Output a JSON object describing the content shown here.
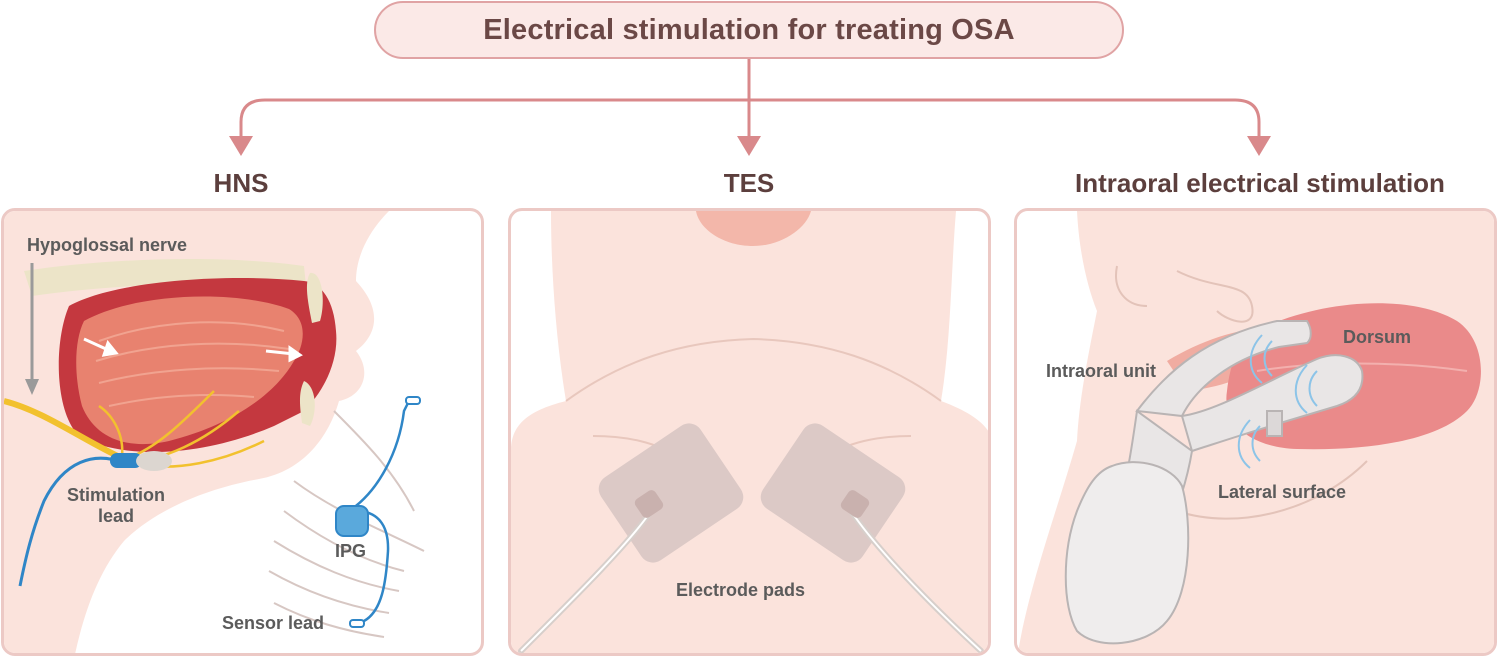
{
  "title": "Electrical stimulation for treating OSA",
  "columns": [
    {
      "heading": "HNS",
      "labels": {
        "nerve": "Hypoglossal nerve",
        "stim_lead_1": "Stimulation",
        "stim_lead_2": "lead",
        "ipg": "IPG",
        "sensor_lead": "Sensor lead"
      }
    },
    {
      "heading": "TES",
      "labels": {
        "pads": "Electrode pads"
      }
    },
    {
      "heading": "Intraoral electrical stimulation",
      "labels": {
        "unit": "Intraoral unit",
        "dorsum": "Dorsum",
        "lateral": "Lateral surface"
      }
    }
  ],
  "colors": {
    "accent": "#d9898b",
    "pill_fill": "#fbe9e7",
    "text": "#5c3f3d",
    "skin": "#fbe3dc",
    "muscle": "#e8826f",
    "nerve": "#f2c12e",
    "lead": "#2f86c7",
    "pad": "#dcc9c6"
  }
}
